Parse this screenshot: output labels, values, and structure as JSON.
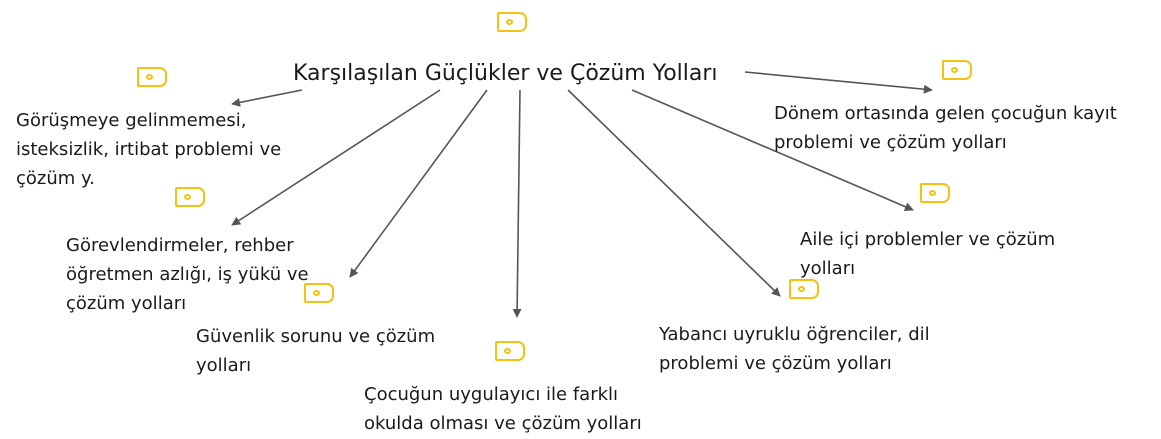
{
  "colors": {
    "tag": "#f5c211",
    "edge": "#555555",
    "text": "#1a1a1a"
  },
  "root": {
    "label": "Karşılaşılan Güçlükler ve Çözüm Yolları",
    "icon": "tag-icon"
  },
  "children": [
    {
      "id": "n1",
      "icon": "tag-icon",
      "lines": [
        "Görüşmeye gelinmemesi,",
        "isteksizlik, irtibat problemi ve",
        "çözüm y."
      ]
    },
    {
      "id": "n2",
      "icon": "tag-icon",
      "lines": [
        "Görevlendirmeler, rehber",
        "öğretmen azlığı, iş yükü ve",
        "çözüm yolları"
      ]
    },
    {
      "id": "n3",
      "icon": "tag-icon",
      "lines": [
        "Güvenlik sorunu ve çözüm",
        "yolları"
      ]
    },
    {
      "id": "n4",
      "icon": "tag-icon",
      "lines": [
        "Çocuğun uygulayıcı ile farklı",
        "okulda olması ve çözüm yolları"
      ]
    },
    {
      "id": "n5",
      "icon": "tag-icon",
      "lines": [
        "Yabancı uyruklu öğrenciler, dil",
        "problemi ve çözüm yolları"
      ]
    },
    {
      "id": "n6",
      "icon": "tag-icon",
      "lines": [
        "Aile içi problemler ve çözüm",
        "yolları"
      ]
    },
    {
      "id": "n7",
      "icon": "tag-icon",
      "lines": [
        "Dönem ortasında gelen çocuğun kayıt",
        "problemi ve çözüm yolları"
      ]
    }
  ]
}
